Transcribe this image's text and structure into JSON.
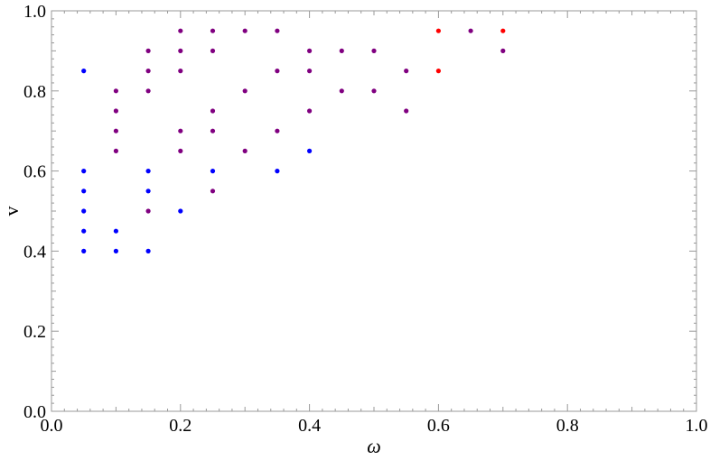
{
  "chart_data": {
    "type": "scatter",
    "title": "",
    "xlabel": "ω",
    "ylabel": "v",
    "xlim": [
      0.0,
      1.0
    ],
    "ylim": [
      0.0,
      1.0
    ],
    "x_ticks": [
      "0.0",
      "0.2",
      "0.4",
      "0.6",
      "0.8",
      "1.0"
    ],
    "y_ticks": [
      "0.0",
      "0.2",
      "0.4",
      "0.6",
      "0.8",
      "1.0"
    ],
    "grid": false,
    "legend": "none",
    "series": [
      {
        "color": "#0000ff",
        "points": [
          [
            0.05,
            0.85
          ],
          [
            0.05,
            0.6
          ],
          [
            0.05,
            0.55
          ],
          [
            0.05,
            0.5
          ],
          [
            0.05,
            0.45
          ],
          [
            0.05,
            0.4
          ],
          [
            0.1,
            0.45
          ],
          [
            0.1,
            0.4
          ],
          [
            0.15,
            0.6
          ],
          [
            0.15,
            0.55
          ],
          [
            0.15,
            0.4
          ],
          [
            0.2,
            0.5
          ],
          [
            0.25,
            0.6
          ],
          [
            0.35,
            0.6
          ],
          [
            0.4,
            0.65
          ]
        ]
      },
      {
        "color": "#800080",
        "points": [
          [
            0.1,
            0.8
          ],
          [
            0.1,
            0.75
          ],
          [
            0.1,
            0.7
          ],
          [
            0.1,
            0.65
          ],
          [
            0.15,
            0.9
          ],
          [
            0.15,
            0.85
          ],
          [
            0.15,
            0.8
          ],
          [
            0.15,
            0.5
          ],
          [
            0.2,
            0.95
          ],
          [
            0.2,
            0.9
          ],
          [
            0.2,
            0.85
          ],
          [
            0.2,
            0.7
          ],
          [
            0.2,
            0.65
          ],
          [
            0.25,
            0.95
          ],
          [
            0.25,
            0.9
          ],
          [
            0.25,
            0.75
          ],
          [
            0.25,
            0.7
          ],
          [
            0.25,
            0.55
          ],
          [
            0.3,
            0.95
          ],
          [
            0.3,
            0.8
          ],
          [
            0.3,
            0.65
          ],
          [
            0.35,
            0.95
          ],
          [
            0.35,
            0.85
          ],
          [
            0.35,
            0.7
          ],
          [
            0.4,
            0.9
          ],
          [
            0.4,
            0.85
          ],
          [
            0.4,
            0.75
          ],
          [
            0.45,
            0.9
          ],
          [
            0.45,
            0.8
          ],
          [
            0.5,
            0.9
          ],
          [
            0.5,
            0.8
          ],
          [
            0.55,
            0.85
          ],
          [
            0.55,
            0.75
          ],
          [
            0.65,
            0.95
          ],
          [
            0.7,
            0.9
          ]
        ]
      },
      {
        "color": "#ff0000",
        "points": [
          [
            0.6,
            0.95
          ],
          [
            0.6,
            0.85
          ],
          [
            0.7,
            0.95
          ]
        ]
      }
    ]
  }
}
